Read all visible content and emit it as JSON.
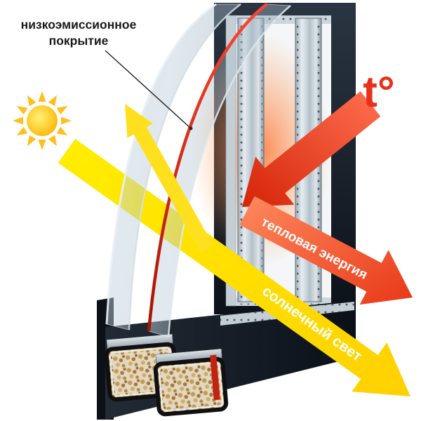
{
  "labels": {
    "coating_line1": "низкоэмиссионное",
    "coating_line2": "покрытие",
    "temperature": "t°",
    "thermal_energy": "тепловая энергия",
    "sunlight": "солнечный свет"
  },
  "icons": {
    "sun": "sun-icon",
    "sunlight_arrow": "sunlight-arrow",
    "reflected_light_arrow": "reflected-light-arrow",
    "incoming_heat_arrow": "incoming-heat-arrow",
    "thermal_energy_arrow": "thermal-energy-arrow"
  },
  "colors": {
    "background": "#ffffff",
    "sun_core": "#ffd435",
    "sun_rays": "#ffbf1c",
    "sunlight_arrow": "#ffdf00",
    "reflected_arrow": "#ffe01e",
    "heat_arrow_start": "#ff7050",
    "heat_arrow_end": "#d42408",
    "thermal_arrow_start": "#ff8a5e",
    "thermal_arrow_end": "#e83818",
    "temperature_text": "#e8301a",
    "coating_line": "#d81e08",
    "label_text": "#1a1a1a",
    "arrow_label_text": "#ffffff",
    "frame_dark": "#131a23",
    "glass_tint": "#b9cbd7",
    "spacer_metal": "#c7d1d8",
    "desiccant": "#c49a52"
  }
}
